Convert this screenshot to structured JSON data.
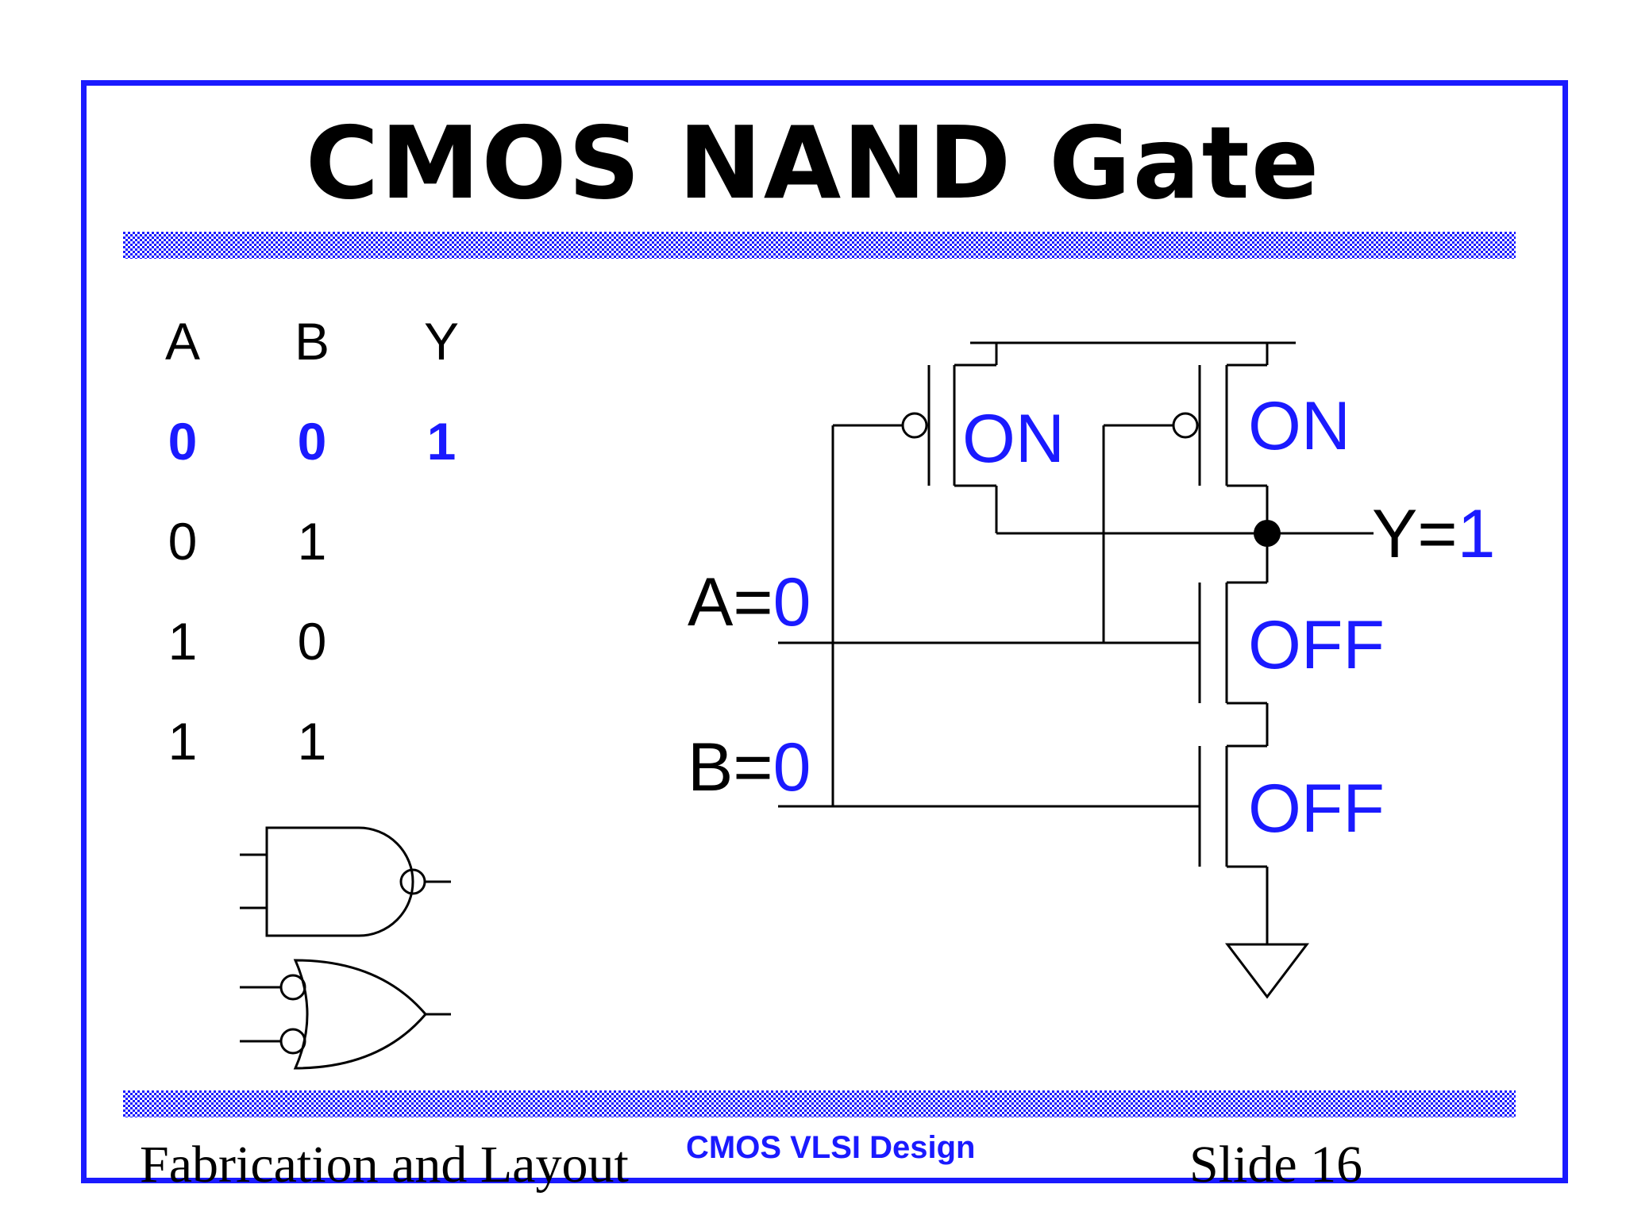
{
  "title": "CMOS NAND Gate",
  "truth_table": {
    "headers": [
      "A",
      "B",
      "Y"
    ],
    "rows": [
      {
        "a": "0",
        "b": "0",
        "y": "1"
      },
      {
        "a": "0",
        "b": "1",
        "y": ""
      },
      {
        "a": "1",
        "b": "0",
        "y": ""
      },
      {
        "a": "1",
        "b": "1",
        "y": ""
      }
    ]
  },
  "circuit": {
    "input_a_name": "A=",
    "input_a_value": "0",
    "input_b_name": "B=",
    "input_b_value": "0",
    "output_name": "Y=",
    "output_value": "1",
    "pmos_a_state": "ON",
    "pmos_b_state": "ON",
    "nmos_a_state": "OFF",
    "nmos_b_state": "OFF"
  },
  "footer": {
    "left": "Fabrication and Layout",
    "center": "CMOS VLSI Design",
    "right": "Slide 16"
  },
  "colors": {
    "accent": "#1a1aff",
    "text": "#000000"
  }
}
